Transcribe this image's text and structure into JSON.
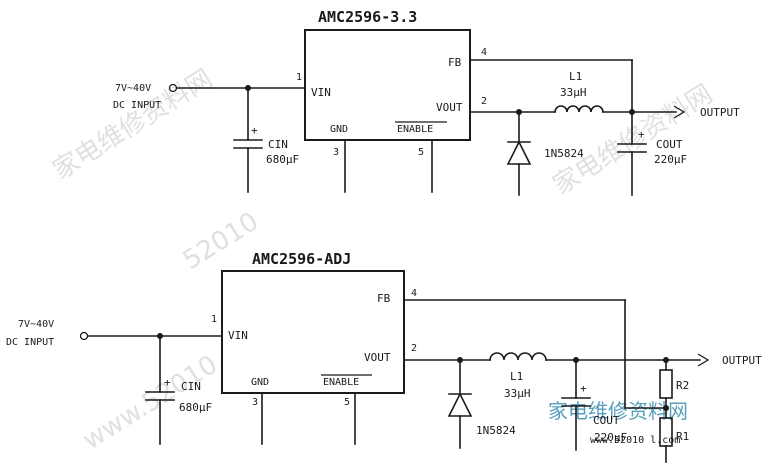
{
  "top": {
    "title": "AMC2596-3.3",
    "input": "7V~40V",
    "input2": "DC INPUT",
    "pin_vin_num": "1",
    "pin_vin": "VIN",
    "pin_fb": "FB",
    "pin_fb_num": "4",
    "pin_vout": "VOUT",
    "pin_vout_num": "2",
    "pin_gnd": "GND",
    "pin_gnd_num": "3",
    "pin_enable": "ENABLE",
    "pin_enable_num": "5",
    "cin_name": "CIN",
    "cin_value": "680μF",
    "inductor_name": "L1",
    "inductor_value": "33μH",
    "diode": "1N5824",
    "cout_name": "COUT",
    "cout_value": "220μF",
    "output": "OUTPUT"
  },
  "bottom": {
    "title": "AMC2596-ADJ",
    "input": "7V~40V",
    "input2": "DC INPUT",
    "pin_vin_num": "1",
    "pin_vin": "VIN",
    "pin_fb": "FB",
    "pin_fb_num": "4",
    "pin_vout": "VOUT",
    "pin_vout_num": "2",
    "pin_gnd": "GND",
    "pin_gnd_num": "3",
    "pin_enable": "ENABLE",
    "pin_enable_num": "5",
    "cin_name": "CIN",
    "cin_value": "680μF",
    "inductor_name": "L1",
    "inductor_value": "33μH",
    "diode": "1N5824",
    "cout_name": "COUT",
    "cout_value": "220μF",
    "r2": "R2",
    "r1": "R1",
    "output": "OUTPUT"
  },
  "watermark": {
    "text_cn_1": "家电维修资料网",
    "text_num": "52010",
    "text_cn_2": "家电维修资料网",
    "text_url": "www.52010.com",
    "logo_cn": "家电维修资料网",
    "logo_url": "www.52010 l.com"
  }
}
